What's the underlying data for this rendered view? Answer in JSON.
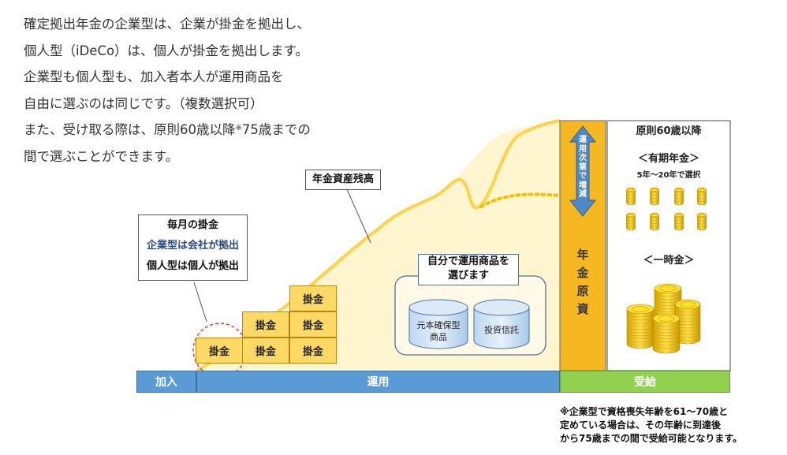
{
  "intro": {
    "line1": "確定拠出年金の企業型は、企業が掛金を拠出し、",
    "line2": "個人型（iDeCo）は、個人が掛金を拠出します。",
    "line3": "企業型も個人型も、加入者本人が運用商品を",
    "line4": "自由に選ぶのは同じです。（複数選択可）",
    "line5_pre": "また、受け取る際は、原則60歳以降",
    "line5_mark": "※",
    "line5_post": "75歳までの",
    "line6": "間で選ぶことができます。"
  },
  "monthly": {
    "title": "毎月の掛金",
    "corporate": "企業型は会社が拠出",
    "individual": "個人型は個人が拠出"
  },
  "kakekin_label": "掛金",
  "balance_label": "年金資産残高",
  "choose_products": {
    "title_line1": "自分で運用商品を",
    "title_line2": "選びます",
    "product1_line1": "元本確保型",
    "product1_line2": "商品",
    "product2": "投資信託"
  },
  "principal": {
    "arrow_text": "運用次第で増減",
    "label": "年金原資"
  },
  "payout": {
    "title": "原則60歳以降",
    "annuity": "＜有期年金＞",
    "annuity_range": "5年～20年で選択",
    "lump_sum": "＜一時金＞"
  },
  "phases": {
    "join": "加入",
    "invest": "運用",
    "receive": "受給"
  },
  "footnote": {
    "line1": "※企業型で資格喪失年齢を61～70歳と",
    "line2": "定めている場合は、その年齢に到達後",
    "line3": "から75歳までの間で受給可能となります。"
  },
  "colors": {
    "blue": "#5b9bd5",
    "green": "#92d050",
    "orange": "#f5b820",
    "gold": "#ffd966",
    "light_yellow": "#fff2c2"
  }
}
